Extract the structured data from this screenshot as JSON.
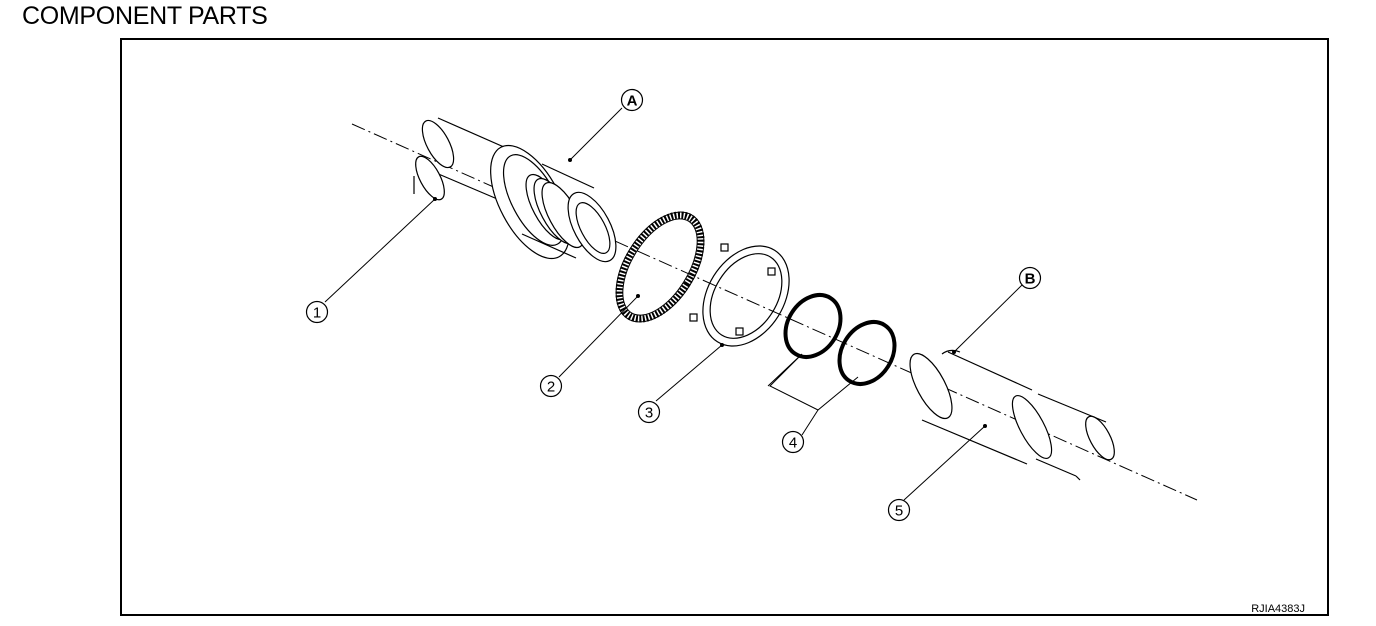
{
  "page": {
    "title": "COMPONENT PARTS"
  },
  "figure": {
    "code": "RJIA4383J"
  },
  "callouts": [
    {
      "id": "1",
      "label": "1"
    },
    {
      "id": "2",
      "label": "2"
    },
    {
      "id": "3",
      "label": "3"
    },
    {
      "id": "4",
      "label": "4"
    },
    {
      "id": "5",
      "label": "5"
    },
    {
      "id": "A",
      "label": "A"
    },
    {
      "id": "B",
      "label": "B"
    }
  ]
}
